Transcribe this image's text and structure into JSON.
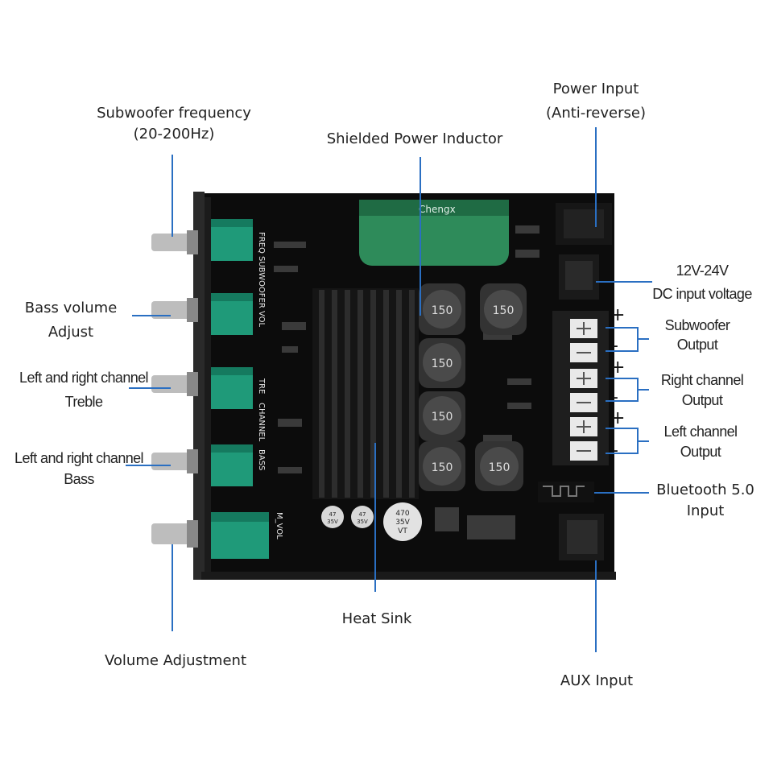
{
  "labels": {
    "subwoofer_freq": [
      "Subwoofer frequency",
      "(20-200Hz)"
    ],
    "bass_volume": [
      "Bass volume",
      "Adjust"
    ],
    "treble": [
      "Left and right channel",
      "Treble"
    ],
    "bass": [
      "Left and right channel",
      "Bass"
    ],
    "volume": "Volume Adjustment",
    "inductor": "Shielded Power Inductor",
    "power_input": [
      "Power Input",
      "(Anti-reverse)"
    ],
    "dc_voltage": [
      "12V-24V",
      "DC input voltage"
    ],
    "sub_output": [
      "Subwoofer",
      "Output"
    ],
    "right_output": [
      "Right channel",
      "Output"
    ],
    "left_output": [
      "Left channel",
      "Output"
    ],
    "bluetooth": [
      "Bluetooth 5.0",
      "Input"
    ],
    "heat_sink": "Heat Sink",
    "aux": "AUX Input"
  },
  "terminal_signs": [
    "+",
    "-",
    "+",
    "-",
    "+",
    "-"
  ],
  "inductor_value": "150",
  "knob_labels": [
    "FREQ",
    "SUBWOOFER VOL",
    "TRE",
    "CHANNEL",
    "BASS",
    "M_VOL"
  ],
  "capacitor_main": [
    "470",
    "35V",
    "VT"
  ],
  "capacitor_small": [
    "47",
    "35V"
  ],
  "brand_text": "Chengx",
  "colors": {
    "board": "#0d0d0d",
    "pot": "#1f9a79",
    "pot_dark": "#157a5f",
    "leader": "#2a6fc2",
    "knob": "#c9c9c9",
    "cap_green": "#2e8b5a"
  }
}
